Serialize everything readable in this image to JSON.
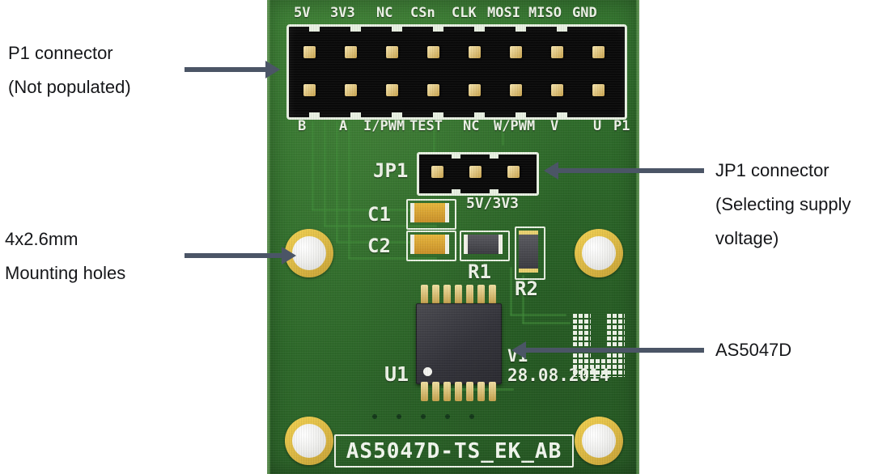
{
  "board": {
    "title": "AS5047D-TS_EK_AB",
    "revision": "V1",
    "date": "28.08.2014",
    "logo_alt": "ams-logo",
    "pcb_color": "#2f6c2b",
    "pad_color": "#d8b45c",
    "silk_color": "#eef3e8"
  },
  "p1_connector": {
    "designator": "P1",
    "top_labels": [
      "5V",
      "3V3",
      "NC",
      "CSn",
      "CLK",
      "MOSI",
      "MISO",
      "GND"
    ],
    "bottom_labels": [
      "B",
      "A",
      "I/PWM",
      "TEST",
      "NC",
      "W/PWM",
      "V",
      "U"
    ],
    "pin_count": 16
  },
  "jp1_connector": {
    "designator": "JP1",
    "function_label": "5V/3V3",
    "pin_count": 3
  },
  "components": [
    {
      "designator": "C1",
      "type": "capacitor"
    },
    {
      "designator": "C2",
      "type": "capacitor"
    },
    {
      "designator": "R1",
      "type": "resistor"
    },
    {
      "designator": "R2",
      "type": "resistor"
    },
    {
      "designator": "U1",
      "type": "ic"
    }
  ],
  "annotations": {
    "p1": {
      "line1": "P1 connector",
      "line2": "(Not populated)"
    },
    "holes": {
      "line1": "4x2.6mm",
      "line2": "Mounting holes"
    },
    "jp1": {
      "line1": "JP1 connector",
      "line2": "(Selecting supply",
      "line3": "voltage)"
    },
    "ic": {
      "line1": "AS5047D"
    }
  }
}
